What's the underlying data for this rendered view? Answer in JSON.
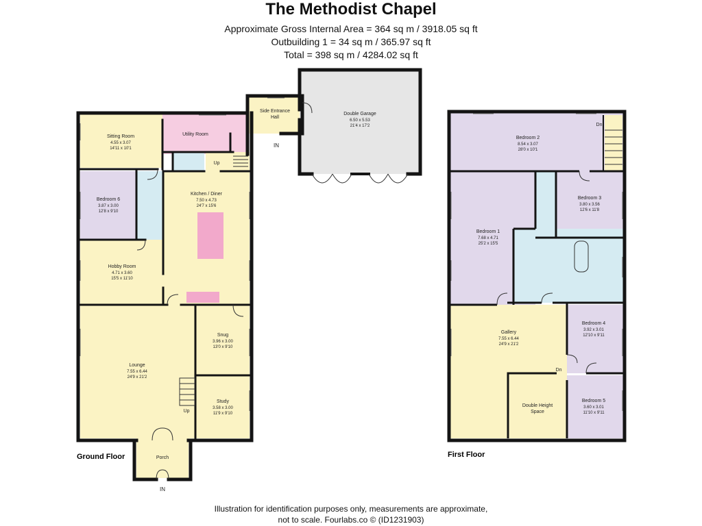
{
  "header": {
    "title": "The Methodist Chapel",
    "area_line": "Approximate Gross Internal Area = 364 sq m / 3918.05 sq ft",
    "outbuilding_line": "Outbuilding 1  = 34 sq m / 365.97 sq ft",
    "total_line": "Total = 398 sq m / 4284.02 sq ft"
  },
  "colors": {
    "yellow": "#fbf3c4",
    "purple": "#e1d8eb",
    "blue": "#d5ebf2",
    "pink": "#f6cde1",
    "pink_island": "#f2a9cb",
    "garage": "#e6e6e6",
    "wall": "#141414"
  },
  "ground_floor": {
    "label": "Ground Floor",
    "rooms": {
      "sitting": {
        "name": "Sitting Room",
        "metric": "4.55 x 3.07",
        "imperial": "14'11 x 10'1"
      },
      "utility": {
        "name": "Utility Room"
      },
      "side_hall": {
        "name": "Side Entrance",
        "name2": "Hall"
      },
      "garage": {
        "name": "Double Garage",
        "metric": "6.50 x 5.53",
        "imperial": "21'4 x 17'2"
      },
      "bedroom6": {
        "name": "Bedroom 6",
        "metric": "3.87 x 3.00",
        "imperial": "12'8 x 9'10"
      },
      "kitchen": {
        "name": "Kitchen / Diner",
        "metric": "7.50 x 4.73",
        "imperial": "24'7 x 15'6"
      },
      "hobby": {
        "name": "Hobby Room",
        "metric": "4.71 x 3.60",
        "imperial": "15'5 x 11'10"
      },
      "lounge": {
        "name": "Lounge",
        "metric": "7.55 x 6.44",
        "imperial": "24'9 x 21'2"
      },
      "snug": {
        "name": "Snug",
        "metric": "3.96 x 3.00",
        "imperial": "13'0 x 9'10"
      },
      "study": {
        "name": "Study",
        "metric": "3.58 x 3.00",
        "imperial": "11'9 x 9'10"
      },
      "porch": {
        "name": "Porch"
      }
    },
    "marks": {
      "in_side": "IN",
      "in_front": "IN",
      "up_stair": "Up",
      "up_lounge": "Up"
    }
  },
  "first_floor": {
    "label": "First Floor",
    "rooms": {
      "bedroom2": {
        "name": "Bedroom 2",
        "metric": "8.54 x 3.07",
        "imperial": "28'0 x 10'1"
      },
      "bedroom1": {
        "name": "Bedroom 1",
        "metric": "7.68 x 4.71",
        "imperial": "25'2 x 15'5"
      },
      "bedroom3": {
        "name": "Bedroom 3",
        "metric": "3.80 x 3.56",
        "imperial": "12'6 x 11'8"
      },
      "gallery": {
        "name": "Gallery",
        "metric": "7.55 x 6.44",
        "imperial": "24'9 x 21'2"
      },
      "bedroom4": {
        "name": "Bedroom 4",
        "metric": "3.92 x 3.01",
        "imperial": "12'10 x 9'11"
      },
      "bedroom5": {
        "name": "Bedroom 5",
        "metric": "3.60 x 3.01",
        "imperial": "11'10 x 9'11"
      },
      "double_height": {
        "name": "Double Height",
        "name2": "Space"
      }
    },
    "marks": {
      "dn_top": "Dn",
      "dn_gallery": "Dn"
    }
  },
  "footer": {
    "line1": "Illustration for identification purposes only, measurements are approximate,",
    "line2": "not to scale. Fourlabs.co © (ID1231903)"
  }
}
